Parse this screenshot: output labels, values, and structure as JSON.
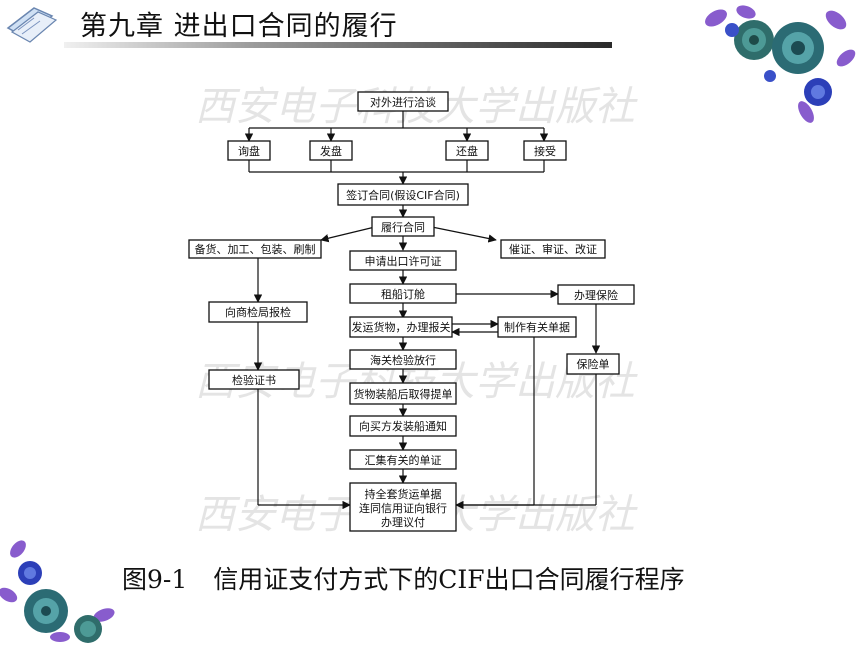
{
  "header": {
    "chapter_title": "第九章 进出口合同的履行"
  },
  "caption": {
    "figure_number": "图9-1",
    "figure_title": "信用证支付方式下的CIF出口合同履行程序"
  },
  "watermark": "西安电子科技大学出版社",
  "flowchart": {
    "negotiate": "对外进行洽谈",
    "inquiry": "询盘",
    "offer": "发盘",
    "counter_offer": "还盘",
    "acceptance": "接受",
    "sign_contract": "签订合同(假设CIF合同)",
    "perform_contract": "履行合同",
    "prepare_goods": "备货、加工、包装、刷制",
    "lc_check": "催证、审证、改证",
    "export_license": "申请出口许可证",
    "inspection_apply": "向商检局报检",
    "charter_ship": "租船订舱",
    "insurance": "办理保险",
    "ship_customs": "发运货物，办理报关",
    "documents": "制作有关单据",
    "inspection_cert": "检验证书",
    "customs_release": "海关检验放行",
    "insurance_policy": "保险单",
    "bill_of_lading": "货物装船后取得提单",
    "shipping_notice": "向买方发装船通知",
    "collect_docs": "汇集有关的单证",
    "final_line1": "持全套货运单据",
    "final_line2": "连同信用证向银行",
    "final_line3": "办理议付"
  }
}
